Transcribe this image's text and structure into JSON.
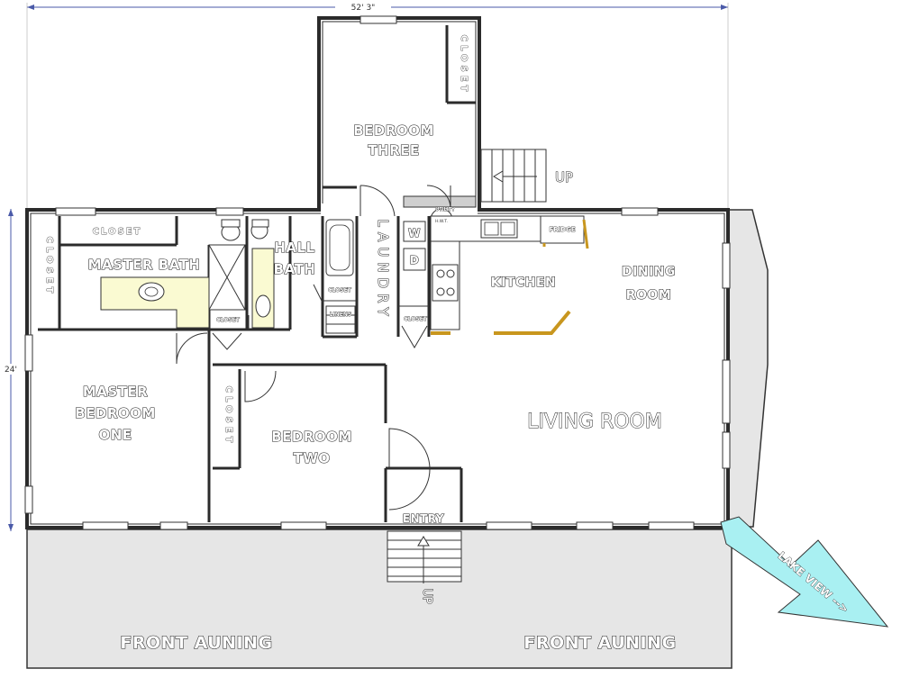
{
  "dimensions": {
    "width": "52' 3\"",
    "depth": "24'"
  },
  "rooms": {
    "bedroom_three": [
      "BEDROOM",
      "THREE"
    ],
    "master_bath": "MASTER BATH",
    "hall_bath": [
      "HALL",
      "BATH"
    ],
    "laundry": "LAUNDRY",
    "kitchen": "KITCHEN",
    "dining_room": [
      "DINING",
      "ROOM"
    ],
    "living_room": "LIVING ROOM",
    "master_bedroom_one": [
      "MASTER",
      "BEDROOM",
      "ONE"
    ],
    "bedroom_two": [
      "BEDROOM",
      "TWO"
    ],
    "entry": "ENTRY"
  },
  "closets": {
    "bedroom_three": "CLOSET",
    "top": "CLOSET",
    "left": "CLOSET",
    "master_bath": "CLOSET",
    "hall_bath": "CLOSET",
    "laundry": "CLOSET",
    "bedroom_two": "CLOSET"
  },
  "fixtures": {
    "utility": "UTILITY",
    "water_heater": "H.W.T.",
    "washer": "W",
    "dryer": "D",
    "fridge": "FRIDGE",
    "linens": "LINENS"
  },
  "stairs": {
    "rear": "UP",
    "front": "UP"
  },
  "exterior": {
    "awning_left": "FRONT AUNING",
    "awning_right": "FRONT AUNING",
    "lake_view": "LAKE VIEW -->"
  },
  "colors": {
    "vanity": "#fafad2",
    "lake_view_arrow": "#a9f0f2",
    "counter": "#c8961e",
    "deck": "#e6e6e6",
    "dimension_line": "#4a5aa8"
  }
}
